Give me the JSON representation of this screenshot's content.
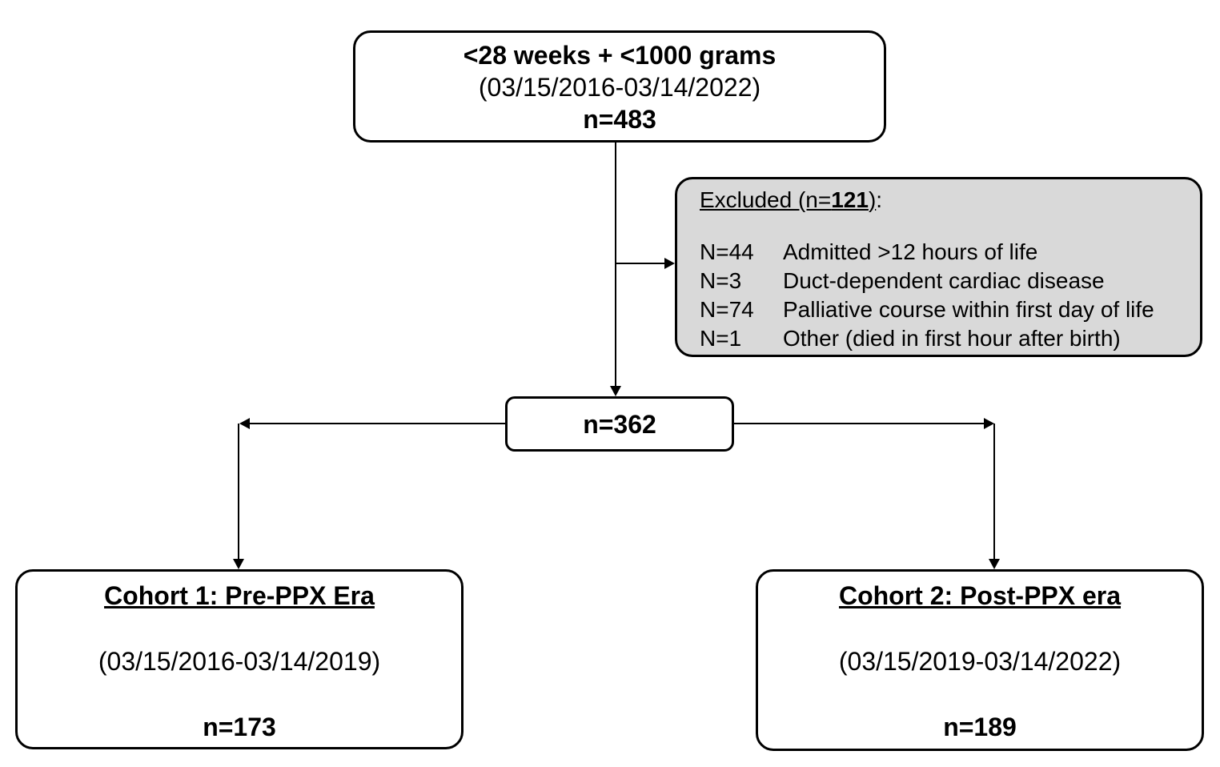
{
  "top": {
    "title": "<28 weeks + <1000 grams",
    "range": "(03/15/2016-03/14/2022)",
    "n": "n=483"
  },
  "excluded": {
    "label_prefix": "Excluded (n=",
    "label_count": "121",
    "label_suffix": ")",
    "label_colon": ":",
    "rows": [
      {
        "n": "N=44",
        "reason": "Admitted >12 hours of life"
      },
      {
        "n": "N=3",
        "reason": "Duct-dependent cardiac disease"
      },
      {
        "n": "N=74",
        "reason": "Palliative course within first day of life"
      },
      {
        "n": "N=1",
        "reason": "Other (died in first hour after birth)"
      }
    ]
  },
  "middle": {
    "n": "n=362"
  },
  "cohort1": {
    "title": "Cohort 1: Pre-PPX Era",
    "range": "(03/15/2016-03/14/2019)",
    "n": "n=173"
  },
  "cohort2": {
    "title": "Cohort 2: Post-PPX era",
    "range": "(03/15/2019-03/14/2022)",
    "n": "n=189"
  }
}
